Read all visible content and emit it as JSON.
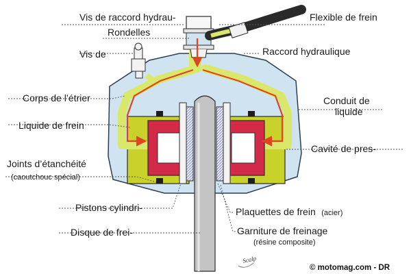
{
  "labels": {
    "banjo_bolt": "Vis de raccord hydrau-",
    "washers": "Rondelles",
    "bleed_screw": "Vis de",
    "caliper_body": "Corps de l’étrier",
    "brake_fluid": "Liquide de frein",
    "seals": "Joints d’étanchéité",
    "seals_note": "(caoutchouc spécial)",
    "pistons": "Pistons cylindri-",
    "disc": "Disque de frei-",
    "brake_hose": "Flexible de frein",
    "hydraulic_fitting": "Raccord hydraulique",
    "fluid_duct_line1": "Conduit de",
    "fluid_duct_line2": "liquide",
    "pressure_cavity": "Cavité de pres-",
    "pads": "Plaquettes de frein",
    "pads_material": "(acier)",
    "lining": "Garniture de freinage",
    "lining_material": "(résine composite)"
  },
  "signature": "Scalp",
  "credit": "© motomag.com - DR",
  "colors": {
    "caliper_body": "#cfe3f0",
    "piston_housing": "#c9d22a",
    "piston": "#d42a4a",
    "fluid_path": "#d9e86a",
    "flow_arrow": "#e0451f",
    "disc": "#c4c4c4",
    "pad_lining": "#6a6fb0",
    "seal": "#1e1e1e",
    "hose": "#2a2a2a"
  }
}
